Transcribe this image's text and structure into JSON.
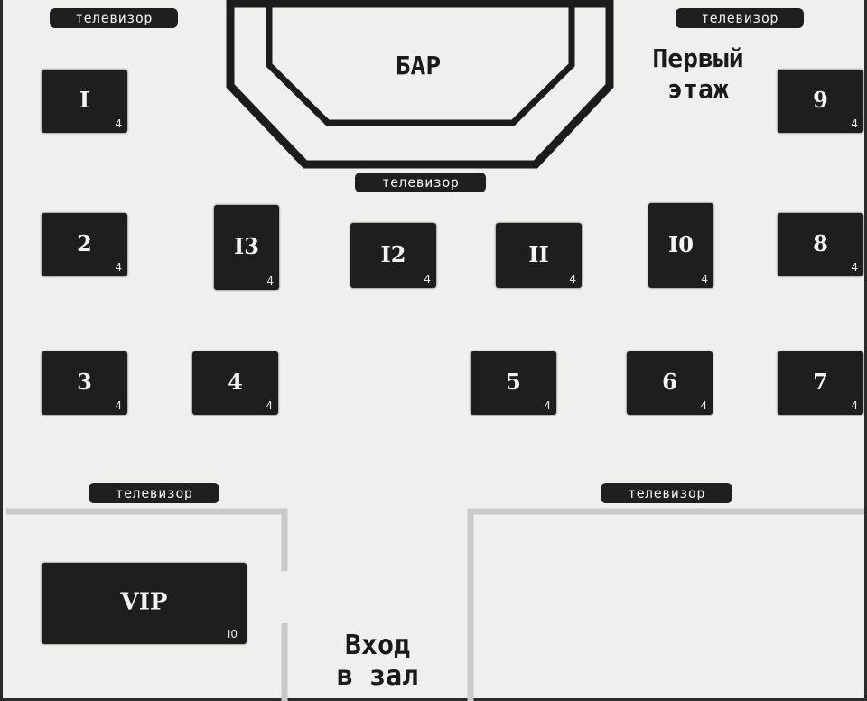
{
  "bar": {
    "label": "БАР"
  },
  "floor": {
    "line1": "Первый",
    "line2": "этаж"
  },
  "entrance": {
    "line1": "Вход",
    "line2": "в зал"
  },
  "tv_label": "телевизор",
  "tables": [
    {
      "id": "t1",
      "number": "I",
      "seats": "4"
    },
    {
      "id": "t2",
      "number": "2",
      "seats": "4"
    },
    {
      "id": "t3",
      "number": "3",
      "seats": "4"
    },
    {
      "id": "t4",
      "number": "4",
      "seats": "4"
    },
    {
      "id": "t5",
      "number": "5",
      "seats": "4"
    },
    {
      "id": "t6",
      "number": "6",
      "seats": "4"
    },
    {
      "id": "t7",
      "number": "7",
      "seats": "4"
    },
    {
      "id": "t8",
      "number": "8",
      "seats": "4"
    },
    {
      "id": "t9",
      "number": "9",
      "seats": "4"
    },
    {
      "id": "t10",
      "number": "I0",
      "seats": "4"
    },
    {
      "id": "t11",
      "number": "II",
      "seats": "4"
    },
    {
      "id": "t12",
      "number": "I2",
      "seats": "4"
    },
    {
      "id": "t13",
      "number": "I3",
      "seats": "4"
    },
    {
      "id": "vip",
      "number": "VIP",
      "seats": "I0"
    }
  ]
}
